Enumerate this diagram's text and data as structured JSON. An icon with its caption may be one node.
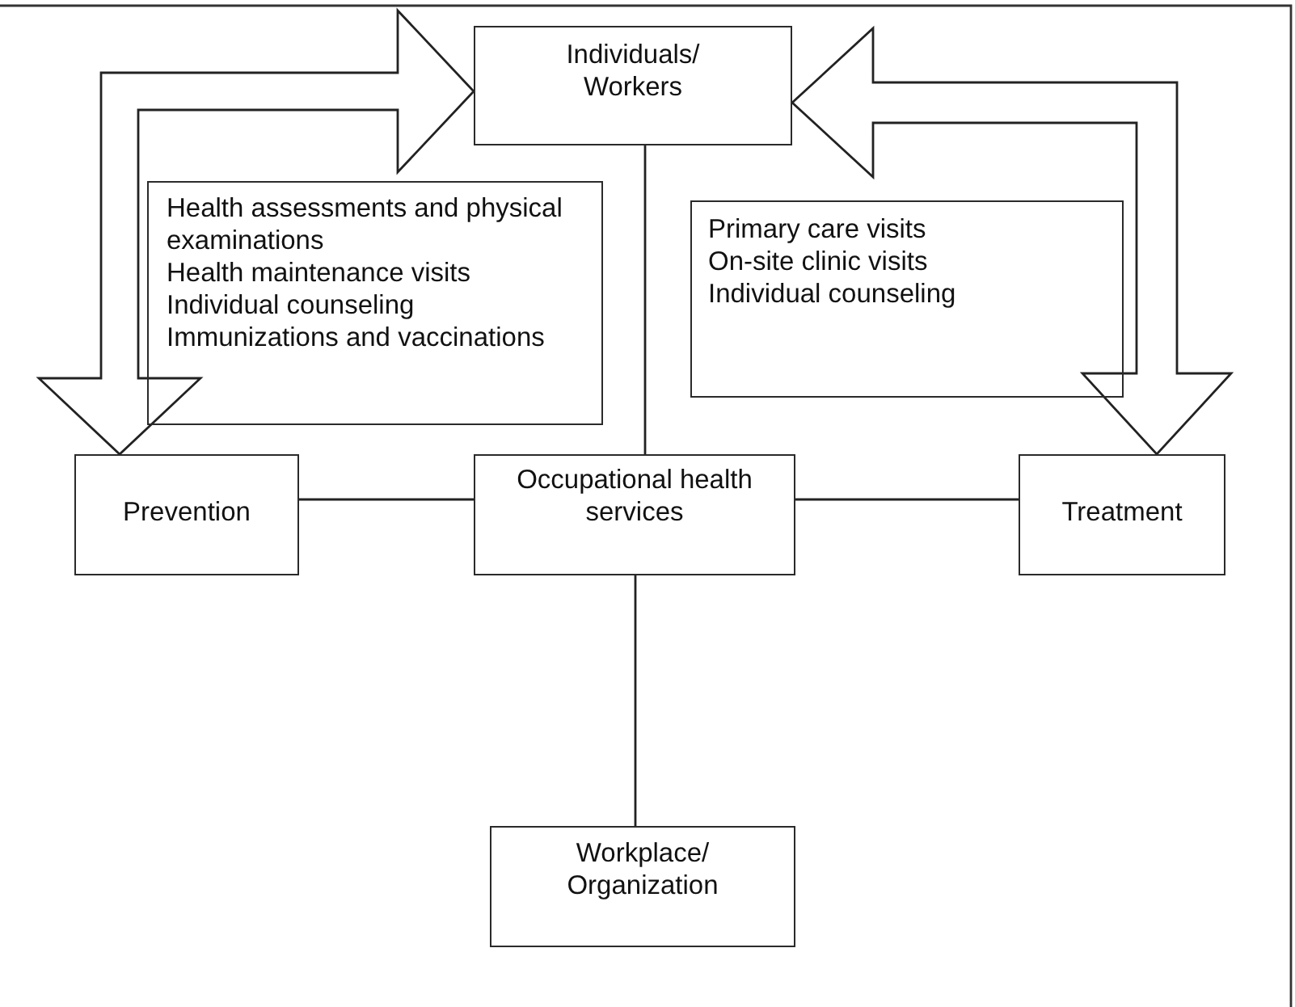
{
  "diagram": {
    "nodes": [
      {
        "text": [
          "Individuals/ Workers"
        ]
      },
      {
        "text": [
          "Health assessments and physical examinations",
          "Health maintenance visits",
          "Individual counseling",
          "Immunizations and vaccinations"
        ]
      },
      {
        "text": [
          "Primary care visits",
          "On-site clinic visits",
          "Individual counseling"
        ]
      },
      {
        "text": [
          "Prevention"
        ]
      },
      {
        "text": [
          "Occupational health services"
        ]
      },
      {
        "text": [
          "Treatment"
        ]
      },
      {
        "text": [
          "Workplace/ Organization"
        ]
      }
    ],
    "edges": [
      {
        "from": 0,
        "to": 3,
        "arrow": "both",
        "style": "thick"
      },
      {
        "from": 0,
        "to": 5,
        "arrow": "both",
        "style": "thick"
      },
      {
        "from": 0,
        "to": 4,
        "arrow": "none"
      },
      {
        "from": 3,
        "to": 4,
        "arrow": "none"
      },
      {
        "from": 4,
        "to": 5,
        "arrow": "none"
      },
      {
        "from": 4,
        "to": 6,
        "arrow": "none"
      }
    ]
  }
}
